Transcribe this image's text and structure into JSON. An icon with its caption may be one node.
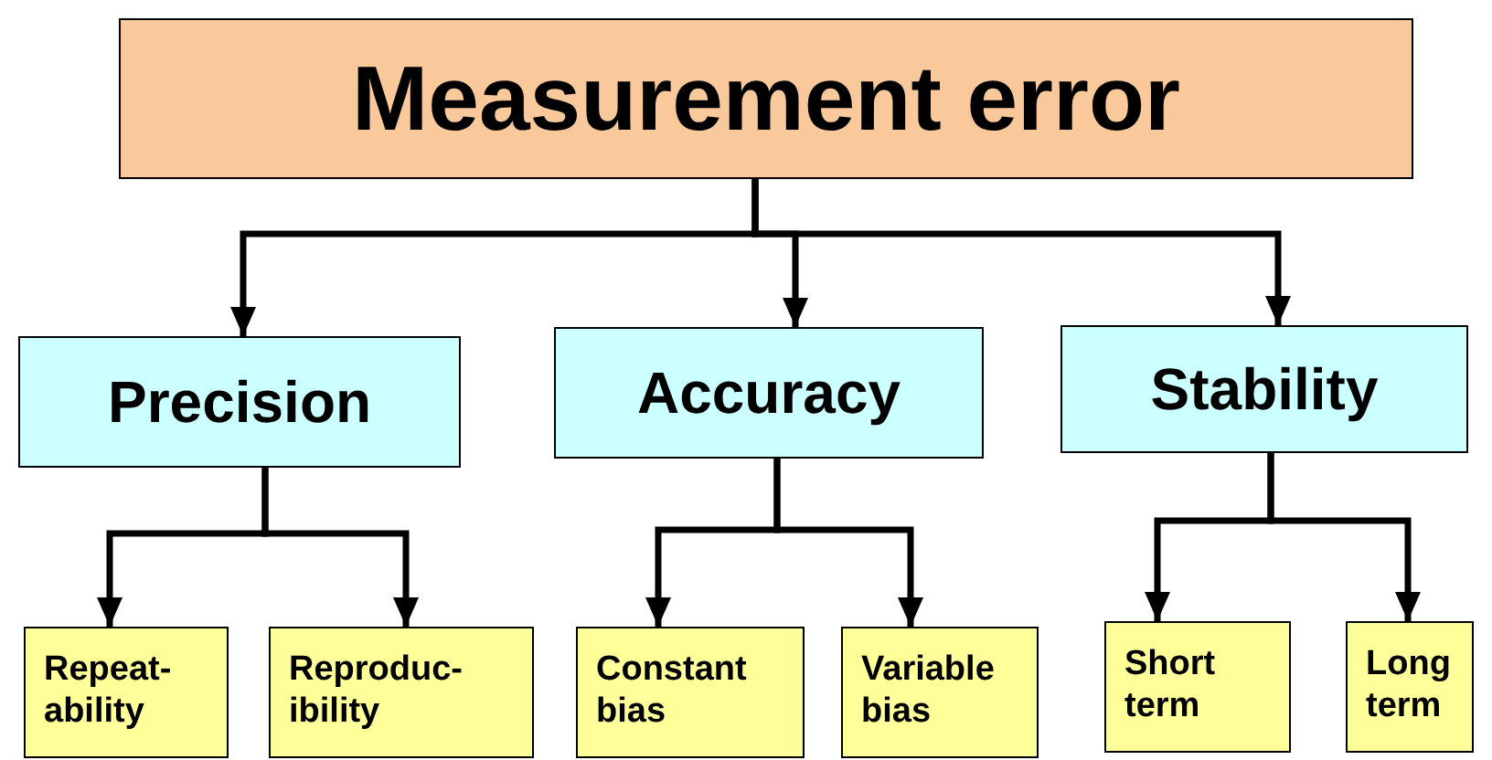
{
  "diagram": {
    "nodes": [
      {
        "text": [
          "Measurement error"
        ]
      },
      {
        "text": [
          "Precision"
        ]
      },
      {
        "text": [
          "Accuracy"
        ]
      },
      {
        "text": [
          "Stability"
        ]
      },
      {
        "text": [
          "Repeat-ability"
        ]
      },
      {
        "text": [
          "Reproduc-ibility"
        ]
      },
      {
        "text": [
          "Constant bias"
        ]
      },
      {
        "text": [
          "Variable bias"
        ]
      },
      {
        "text": [
          "Short term"
        ]
      },
      {
        "text": [
          "Long term"
        ]
      }
    ],
    "edges": [
      {
        "from": 0,
        "to": 1,
        "arrow": "to"
      },
      {
        "from": 0,
        "to": 2,
        "arrow": "to"
      },
      {
        "from": 0,
        "to": 3,
        "arrow": "to"
      },
      {
        "from": 1,
        "to": 4,
        "arrow": "to"
      },
      {
        "from": 1,
        "to": 5,
        "arrow": "to"
      },
      {
        "from": 2,
        "to": 6,
        "arrow": "to"
      },
      {
        "from": 2,
        "to": 7,
        "arrow": "to"
      },
      {
        "from": 3,
        "to": 8,
        "arrow": "to"
      },
      {
        "from": 3,
        "to": 9,
        "arrow": "to"
      }
    ]
  }
}
